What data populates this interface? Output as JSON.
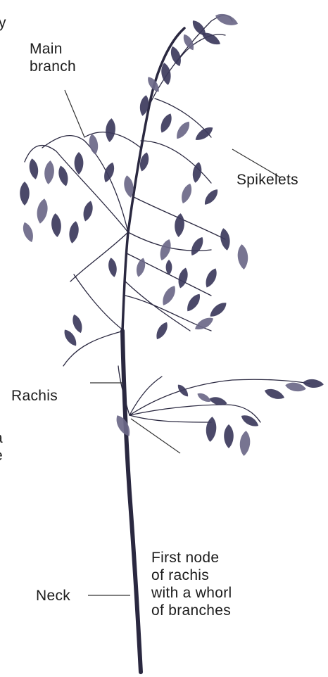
{
  "labels": {
    "main_branch": "Main\nbranch",
    "spikelets": "Spikelets",
    "rachis": "Rachis",
    "first_node": "First node\nof rachis\nwith a whorl\nof branches",
    "neck": "Neck",
    "clipped_top": "y",
    "clipped_mid": "a\ne"
  },
  "colors": {
    "plant_ink": "#3c3a5c",
    "plant_ink_light": "#6b6888",
    "stem": "#2a2840",
    "leader_line": "#333333",
    "text": "#1c1c1c"
  }
}
